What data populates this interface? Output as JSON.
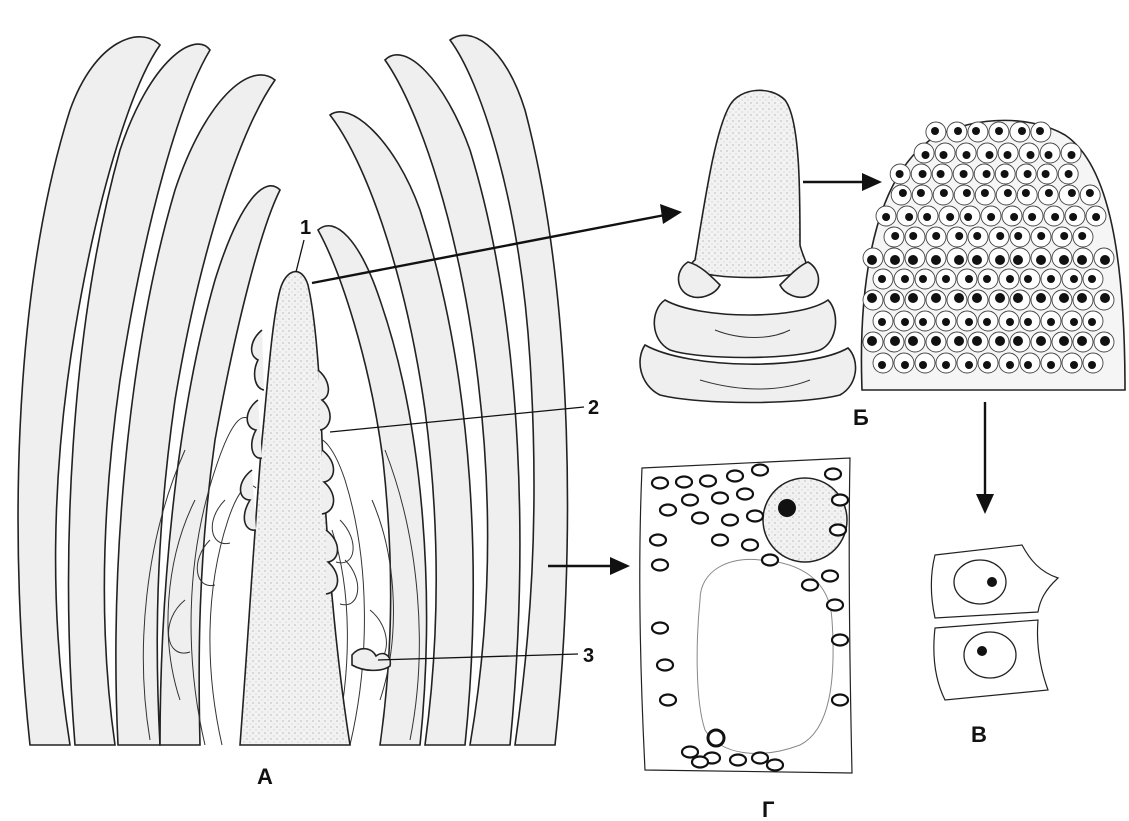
{
  "labels": {
    "apex": "1",
    "primordium": "2",
    "bud": "3",
    "panel_a": "А",
    "panel_b": "Б",
    "panel_v": "В",
    "panel_g": "Г"
  },
  "colors": {
    "line": "#111111",
    "fill": "#efefef",
    "background": "#ffffff"
  }
}
